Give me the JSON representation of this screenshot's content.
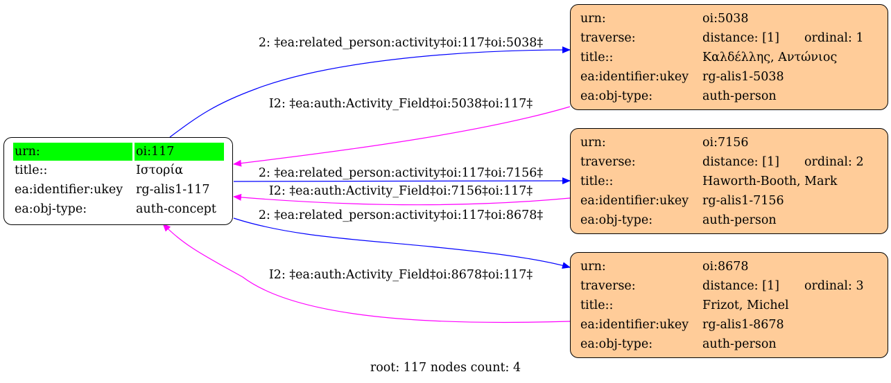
{
  "root_node": {
    "rows": [
      {
        "key": "urn:",
        "value": "oi:117"
      },
      {
        "key": "title::",
        "value": "Ιστορία"
      },
      {
        "key": "ea:identifier:ukey",
        "value": "rg-alis1-117"
      },
      {
        "key": "ea:obj-type:",
        "value": "auth-concept"
      }
    ],
    "highlight_color": "#00ff00"
  },
  "child_nodes": [
    {
      "urn_key": "urn:",
      "urn": "oi:5038",
      "traverse_key": "traverse:",
      "distance": "distance: [1]",
      "ordinal": "ordinal: 1",
      "title_key": "title::",
      "title": "Καλδέλλης, Αντώνιος",
      "ukey_key": "ea:identifier:ukey",
      "ukey": "rg-alis1-5038",
      "type_key": "ea:obj-type:",
      "type": "auth-person"
    },
    {
      "urn_key": "urn:",
      "urn": "oi:7156",
      "traverse_key": "traverse:",
      "distance": "distance: [1]",
      "ordinal": "ordinal: 2",
      "title_key": "title::",
      "title": "Haworth-Booth, Mark",
      "ukey_key": "ea:identifier:ukey",
      "ukey": "rg-alis1-7156",
      "type_key": "ea:obj-type:",
      "type": "auth-person"
    },
    {
      "urn_key": "urn:",
      "urn": "oi:8678",
      "traverse_key": "traverse:",
      "distance": "distance: [1]",
      "ordinal": "ordinal: 3",
      "title_key": "title::",
      "title": "Frizot, Michel",
      "ukey_key": "ea:identifier:ukey",
      "ukey": "rg-alis1-8678",
      "type_key": "ea:obj-type:",
      "type": "auth-person"
    }
  ],
  "edges": [
    {
      "label": "2: ‡ea:related_person:activity‡oi:117‡oi:5038‡",
      "color": "#0000ff"
    },
    {
      "label": "I2: ‡ea:auth:Activity_Field‡oi:5038‡oi:117‡",
      "color": "#ff00ff"
    },
    {
      "label": "2: ‡ea:related_person:activity‡oi:117‡oi:7156‡",
      "color": "#0000ff"
    },
    {
      "label": "I2: ‡ea:auth:Activity_Field‡oi:7156‡oi:117‡",
      "color": "#ff00ff"
    },
    {
      "label": "2: ‡ea:related_person:activity‡oi:117‡oi:8678‡",
      "color": "#0000ff"
    },
    {
      "label": "I2: ‡ea:auth:Activity_Field‡oi:8678‡oi:117‡",
      "color": "#ff00ff"
    }
  ],
  "colors": {
    "child_fill": "#ffcc99",
    "forward_edge": "#0000ff",
    "inverse_edge": "#ff00ff"
  },
  "footer": "root: 117 nodes count: 4"
}
